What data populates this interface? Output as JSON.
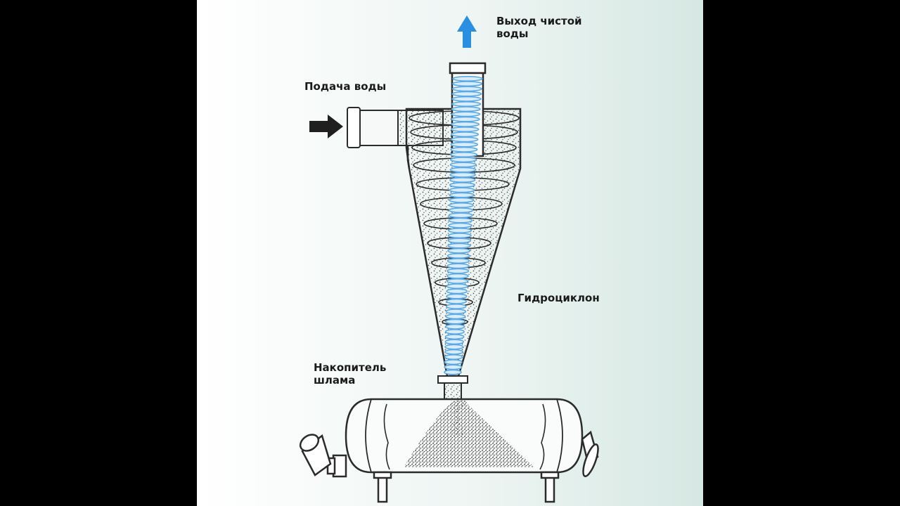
{
  "labels": {
    "outlet": [
      "Выход чистой",
      "воды"
    ],
    "inlet": "Подача воды",
    "hydrocyclone": "Гидроциклон",
    "sludge": [
      "Накопитель",
      "шлама"
    ]
  },
  "colors": {
    "background": "#000000",
    "outlet_arrow": "#2a8fe0",
    "vortex": "#5aa9e6",
    "vortex_fill": "#d8ecfb",
    "outline": "#2b2b2b",
    "inlet_arrow": "#1f1f1f",
    "sediment": "#3a3a3a"
  }
}
